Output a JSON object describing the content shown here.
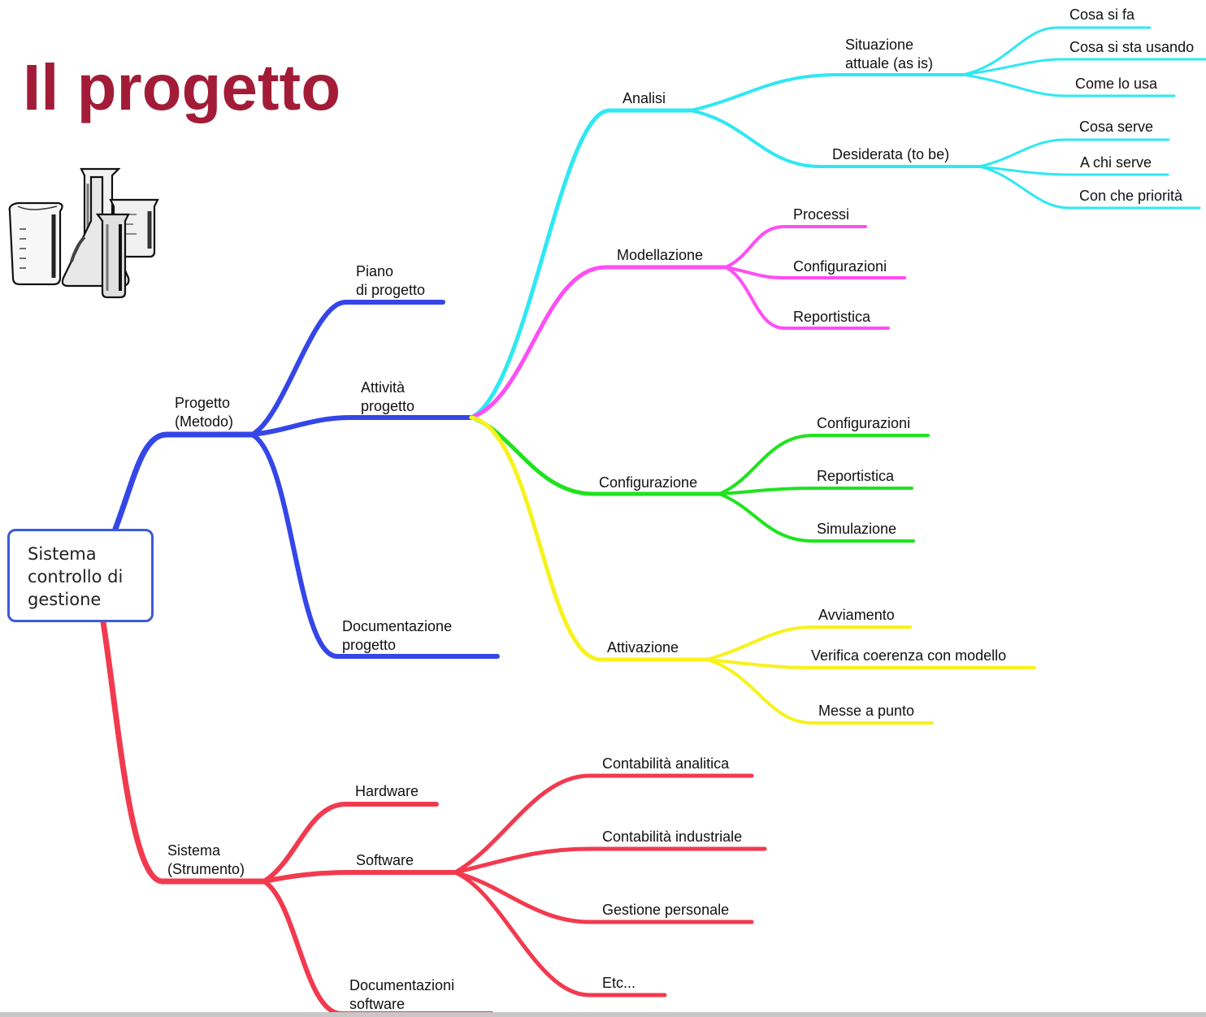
{
  "slide": {
    "title": "Il progetto",
    "image_icon": "lab-glassware-icon"
  },
  "colors": {
    "title": "#a31c37",
    "metodo": "#3446e8",
    "strumento": "#f23a4f",
    "analisi": "#2ee8f2",
    "modellazione": "#ff4df5",
    "configurazione": "#1ee31e",
    "attivazione": "#f7f21c",
    "root_border": "#3b5bd9"
  },
  "root": {
    "label": "Sistema\ncontrollo di\ngestione"
  },
  "nodes": {
    "progetto": "Progetto\n(Metodo)",
    "piano": "Piano\ndi progetto",
    "attivita": "Attività\nprogetto",
    "documentazione_progetto": "Documentazione\nprogetto",
    "analisi": "Analisi",
    "situazione": "Situazione\n attuale (as is)",
    "cosa_si_fa": "Cosa si fa",
    "cosa_si_sta_usando": "Cosa si sta usando",
    "come_lo_usa": "Come lo usa",
    "desiderata": "Desiderata (to be)",
    "cosa_serve": "Cosa serve",
    "a_chi_serve": "A chi serve",
    "con_che_priorita": "Con che priorità",
    "modellazione": "Modellazione",
    "processi": "Processi",
    "configurazioni_m": "Configurazioni",
    "reportistica_m": "Reportistica",
    "configurazione": "Configurazione",
    "configurazioni_c": "Configurazioni",
    "reportistica_c": "Reportistica",
    "simulazione": "Simulazione",
    "attivazione": "Attivazione",
    "avviamento": "Avviamento",
    "verifica": "Verifica coerenza con modello",
    "messe_a_punto": "Messe a punto",
    "sistema": "Sistema\n(Strumento)",
    "hardware": "Hardware",
    "software": "Software",
    "documentazioni_software": "Documentazioni\nsoftware",
    "contabilita_analitica": "Contabilità analitica",
    "contabilita_industriale": "Contabilità industriale",
    "gestione_personale": "Gestione personale",
    "etc": "Etc..."
  }
}
